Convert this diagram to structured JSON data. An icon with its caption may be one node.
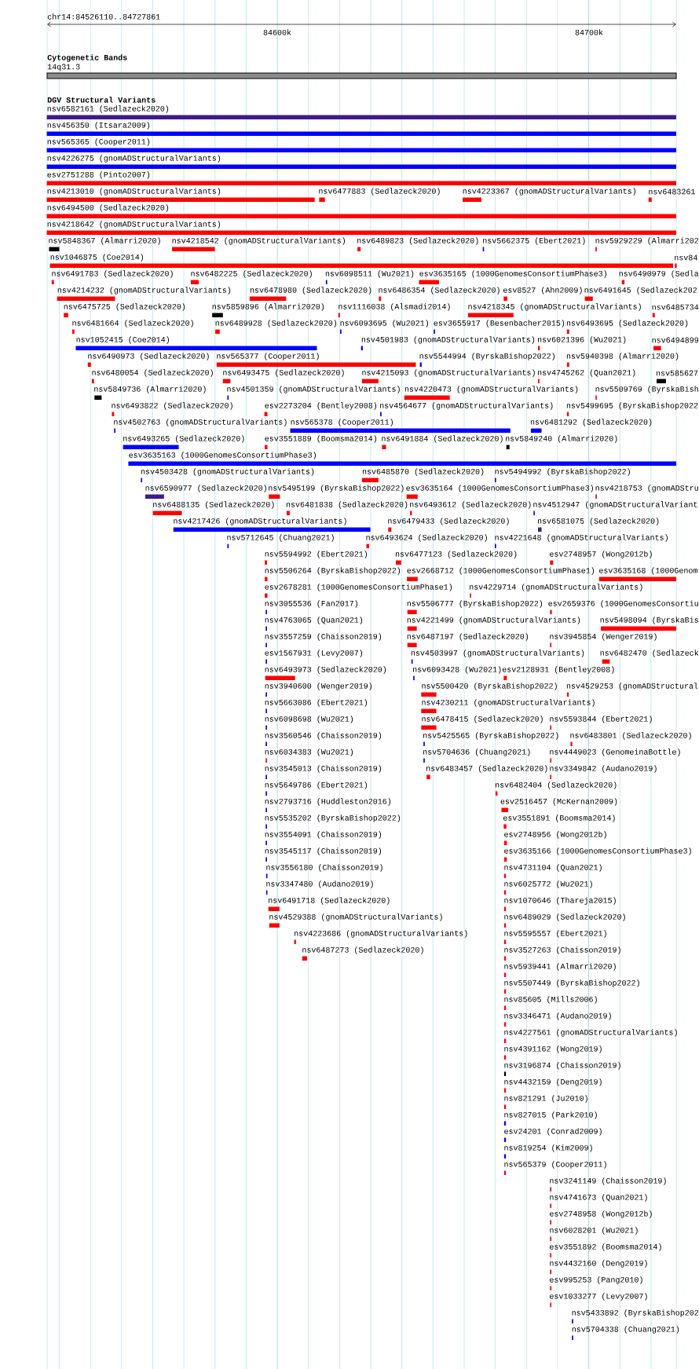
{
  "diagram": {
    "labels": [
      "chr14:84526110..84727861",
      "84600k",
      "84700k",
      "Cytogenetic Bands",
      "14q31.3",
      "DGV Structural Variants",
      "nsv6582161 (Sedlazeck2020)",
      "nsv456350 (Itsara2009)",
      "nsv565365 (Cooper2011)",
      "nsv4226275 (gnomADStructuralVariants)",
      "esv2751288 (Pinto2007)",
      "nsv4213010 (gnomADStructuralVariants)",
      "nsv6477883 (Sedlazeck2020)",
      "nsv4223367 (gnomADStructuralVariants)",
      "nsv6483261",
      "nsv6494500 (Sedlazeck2020)",
      "nsv4218642 (gnomADStructuralVariants)",
      "nsv5848367 (Almarri2020)",
      "nsv4218542 (gnomADStructuralVariants)",
      "nsv6489823 (Sedlazeck2020)",
      "nsv5662375 (Ebert2021)",
      "nsv5929229 (Almarri202",
      "nsv1046875 (Coe2014)",
      "nsv84",
      "nsv6491783 (Sedlazeck2020)",
      "nsv6482225 (Sedlazeck2020)",
      "nsv6098511 (Wu2021)",
      "esv3635165 (1000GenomesConsortiumPhase3)",
      "nsv6490979 (Sedla",
      "nsv4214232 (gnomADStructuralVariants)",
      "nsv6478980 (Sedlazeck2020)",
      "nsv6486354 (Sedlazeck2020)",
      "esv8527 (Ahn2009)",
      "nsv6491645 (Sedlazeck202",
      "nsv6475725 (Sedlazeck2020)",
      "nsv5859896 (Almarri2020)",
      "nsv1116038 (Alsmadi2014)",
      "nsv4218345 (gnomADStructuralVariants)",
      "nsv6485734",
      "nsv6481664 (Sedlazeck2020)",
      "nsv6489928 (Sedlazeck2020)",
      "nsv6093695 (Wu2021)",
      "esv3655917 (Besenbacher2015)",
      "nsv6493695 (Sedlazeck2020)",
      "nsv1052415 (Coe2014)",
      "nsv4501983 (gnomADStructuralVariants)",
      "nsv6021396 (Wu2021)",
      "nsv6494899",
      "nsv6490973 (Sedlazeck2020)",
      "nsv565377 (Cooper2011)",
      "nsv5544994 (ByrskaBishop2022)",
      "nsv5940398 (Almarri2020)",
      "nsv6480054 (Sedlazeck2020)",
      "nsv6493475 (Sedlazeck2020)",
      "nsv4215093 (gnomADStructuralVariants)",
      "nsv4745262 (Quan2021)",
      "nsv585627",
      "nsv5849736 (Almarri2020)",
      "nsv4501359 (gnomADStructuralVariants)",
      "nsv4220473 (gnomADStructuralVariants)",
      "nsv5509769 (ByrskaBish",
      "nsv6493822 (Sedlazeck2020)",
      "esv2273204 (Bentley2008)",
      "nsv4564677 (gnomADStructuralVariants)",
      "nsv5499695 (ByrskaBishop2022",
      "nsv4502763 (gnomADStructuralVariants)",
      "nsv565378 (Cooper2011)",
      "nsv6481292 (Sedlazeck2020)",
      "nsv6493265 (Sedlazeck2020)",
      "esv3551889 (Boomsma2014)",
      "nsv6491884 (Sedlazeck2020)",
      "nsv5849240 (Almarri2020)",
      "esv3635163 (1000GenomesConsortiumPhase3)",
      "nsv4503428 (gnomADStructuralVariants)",
      "nsv6485870 (Sedlazeck2020)",
      "nsv5494992 (ByrskaBishop2022)",
      "nsv6590977 (Sedlazeck2020)",
      "nsv5495199 (ByrskaBishop2022)",
      "esv3635164 (1000GenomesConsortiumPhase3)",
      "nsv4218753 (gnomADStru",
      "nsv6488135 (Sedlazeck2020)",
      "nsv6481838 (Sedlazeck2020)",
      "nsv6493612 (Sedlazeck2020)",
      "nsv4512947 (gnomADStructuralVariant",
      "nsv4217426 (gnomADStructuralVariants)",
      "nsv6479433 (Sedlazeck2020)",
      "nsv6581075 (Sedlazeck2020)",
      "nsv5712645 (Chuang2021)",
      "nsv6493624 (Sedlazeck2020)",
      "nsv4221648 (gnomADStructuralVariants)",
      "nsv5594992 (Ebert2021)",
      "nsv6477123 (Sedlazeck2020)",
      "esv2748957 (Wong2012b)",
      "nsv5506264 (ByrskaBishop2022)",
      "esv2668712 (1000GenomesConsortiumPhase1)",
      "esv3635168 (1000Genom",
      "esv2678281 (1000GenomesConsortiumPhase1)",
      "nsv4229714 (gnomADStructuralVariants)",
      "nsv3055536 (Fan2017)",
      "nsv5506777 (ByrskaBishop2022)",
      "esv2659376 (1000GenomesConsortiu",
      "nsv4763065 (Quan2021)",
      "nsv4221499 (gnomADStructuralVariants)",
      "nsv5498094 (ByrskaBis",
      "nsv3557259 (Chaisson2019)",
      "nsv6487197 (Sedlazeck2020)",
      "nsv3945854 (Wenger2019)",
      "esv1567931 (Levy2007)",
      "nsv4503997 (gnomADStructuralVariants)",
      "nsv6482470 (Sedlazeck",
      "nsv6493973 (Sedlazeck2020)",
      "nsv6093428 (Wu2021)",
      "esv2128931 (Bentley2008)",
      "nsv3940600 (Wenger2019)",
      "nsv5500420 (ByrskaBishop2022)",
      "nsv4529253 (gnomADStructural",
      "nsv5663086 (Ebert2021)",
      "nsv4230211 (gnomADStructuralVariants)",
      "nsv6098698 (Wu2021)",
      "nsv6478415 (Sedlazeck2020)",
      "nsv5593844 (Ebert2021)",
      "nsv3560546 (Chaisson2019)",
      "nsv5425565 (ByrskaBishop2022)",
      "nsv6483801 (Sedlazeck2020)",
      "nsv6034383 (Wu2021)",
      "nsv5704636 (Chuang2021)",
      "nsv4449023 (GenomeinaBottle)",
      "nsv3545013 (Chaisson2019)",
      "nsv6483457 (Sedlazeck2020)",
      "nsv3349842 (Audano2019)",
      "nsv5649786 (Ebert2021)",
      "nsv6482404 (Sedlazeck2020)",
      "nsv2793716 (Huddleston2016)",
      "esv2516457 (McKernan2009)",
      "nsv5535202 (ByrskaBishop2022)",
      "esv3551891 (Boomsma2014)",
      "nsv3554091 (Chaisson2019)",
      "esv2748956 (Wong2012b)",
      "nsv3545117 (Chaisson2019)",
      "esv3635166 (1000GenomesConsortiumPhase3)",
      "nsv3556180 (Chaisson2019)",
      "nsv4731104 (Quan2021)",
      "nsv3347480 (Audano2019)",
      "nsv6025772 (Wu2021)",
      "nsv6491718 (Sedlazeck2020)",
      "nsv1070646 (Thareja2015)",
      "nsv4529388 (gnomADStructuralVariants)",
      "nsv6489029 (Sedlazeck2020)",
      "nsv4223686 (gnomADStructuralVariants)",
      "nsv5595557 (Ebert2021)",
      "nsv6487273 (Sedlazeck2020)",
      "nsv3527263 (Chaisson2019)",
      "nsv5939441 (Almarri2020)",
      "nsv5507449 (ByrskaBishop2022)",
      "nsv85605 (Mills2006)",
      "nsv3346471 (Audano2019)",
      "nsv4227561 (gnomADStructuralVariants)",
      "nsv4391162 (Wong2019)",
      "nsv3196874 (Chaisson2019)",
      "nsv4432159 (Deng2019)",
      "nsv821291 (Ju2010)",
      "nsv827015 (Park2010)",
      "esv24201 (Conrad2009)",
      "nsv819254 (Kim2009)",
      "nsv565379 (Cooper2011)",
      "nsv3241149 (Chaisson2019)",
      "nsv4741673 (Quan2021)",
      "esv2748958 (Wong2012b)",
      "nsv6028201 (Wu2021)",
      "esv3551892 (Boomsma2014)",
      "nsv4432160 (Deng2019)",
      "esv995253 (Pang2010)",
      "esv1033277 (Levy2007)",
      "nsv5433892 (ByrskaBishop202",
      "nsv5704338 (Chuang2021)"
    ]
  }
}
